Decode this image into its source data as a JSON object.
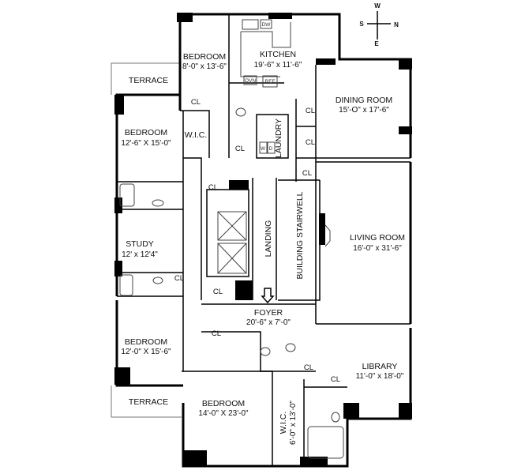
{
  "compass": {
    "north": "N",
    "south": "S",
    "east": "E",
    "west": "W"
  },
  "rooms": {
    "kitchen": {
      "name": "KITCHEN",
      "dims": "19'-6\" x 11'-6\""
    },
    "bedroom_small": {
      "name": "BEDROOM",
      "dims": "8'-0\" x 13'-6\""
    },
    "terrace_top": {
      "name": "TERRACE"
    },
    "dining": {
      "name": "DINING ROOM",
      "dims": "15'-O\" x 17'-6\""
    },
    "bedroom_1": {
      "name": "BEDROOM",
      "dims": "12'-6\" X 15'-0\""
    },
    "wic_1": {
      "name": "W.I.C."
    },
    "laundry": {
      "name": "LAUNDRY"
    },
    "landing": {
      "name": "LANDING"
    },
    "stairwell": {
      "name": "BUILDING STAIRWELL"
    },
    "living": {
      "name": "LIVING ROOM",
      "dims": "16'-0\" x 31'-6\""
    },
    "study": {
      "name": "STUDY",
      "dims": "12' x 12'4\""
    },
    "foyer": {
      "name": "FOYER",
      "dims": "20'-6\" x 7'-0\""
    },
    "bedroom_3": {
      "name": "BEDROOM",
      "dims": "12'-0\" X 15'-6\""
    },
    "library": {
      "name": "LIBRARY",
      "dims": "11'-0\" x 18'-0\""
    },
    "terrace_bottom": {
      "name": "TERRACE"
    },
    "bedroom_master": {
      "name": "BEDROOM",
      "dims": "14'-0\" X 23'-0\""
    },
    "wic_2": {
      "name": "W.I.C.",
      "dims": "6'-0\" x 13'-0\""
    }
  },
  "closet_label": "CL",
  "appliances": {
    "dishwasher": "DW",
    "oven": "OVN",
    "refrigerator": "REF",
    "washer": "W",
    "dryer": "D"
  }
}
